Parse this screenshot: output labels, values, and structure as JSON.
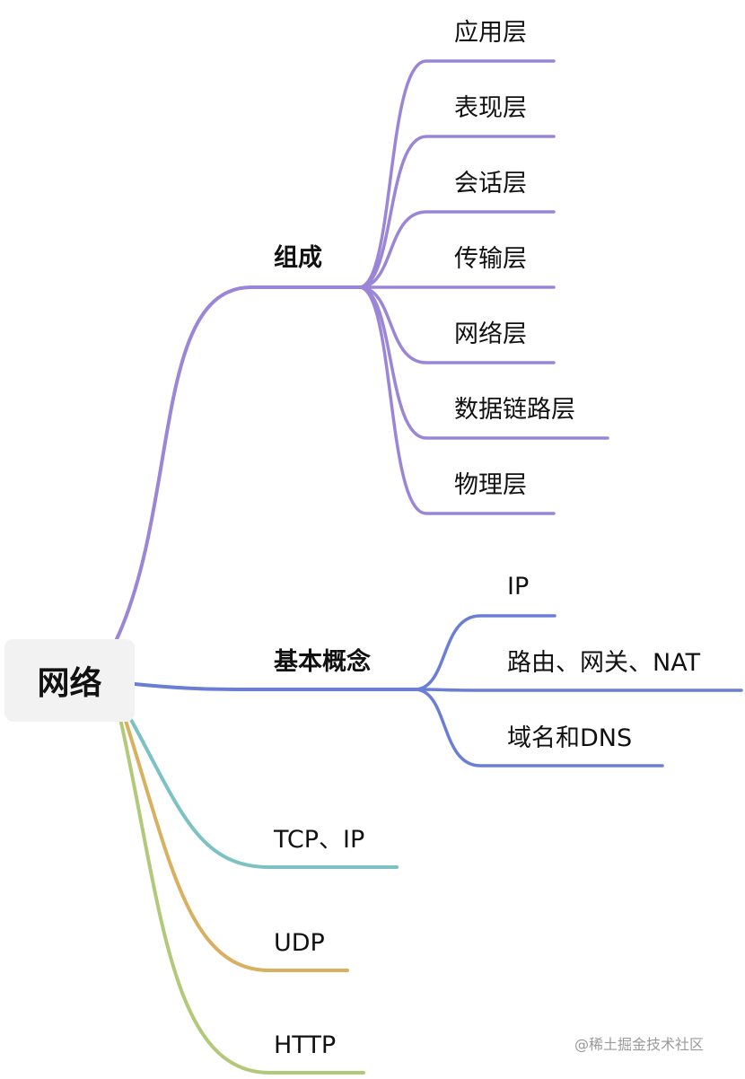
{
  "mindmap": {
    "root": {
      "label": "网络"
    },
    "branches": [
      {
        "key": "composition",
        "label": "组成",
        "color": "#9b85d6",
        "children": [
          {
            "label": "应用层"
          },
          {
            "label": "表现层"
          },
          {
            "label": "会话层"
          },
          {
            "label": "传输层"
          },
          {
            "label": "网络层"
          },
          {
            "label": "数据链路层"
          },
          {
            "label": "物理层"
          }
        ]
      },
      {
        "key": "basic-concepts",
        "label": "基本概念",
        "color": "#6b7ed6",
        "children": [
          {
            "label": "IP"
          },
          {
            "label": "路由、网关、NAT"
          },
          {
            "label": "域名和DNS"
          }
        ]
      },
      {
        "key": "tcp-ip",
        "label": "TCP、IP",
        "color": "#7cc2c2",
        "children": []
      },
      {
        "key": "udp",
        "label": "UDP",
        "color": "#d9b060",
        "children": []
      },
      {
        "key": "http",
        "label": "HTTP",
        "color": "#b3c97a",
        "children": []
      }
    ]
  },
  "watermark": "@稀土掘金技术社区"
}
